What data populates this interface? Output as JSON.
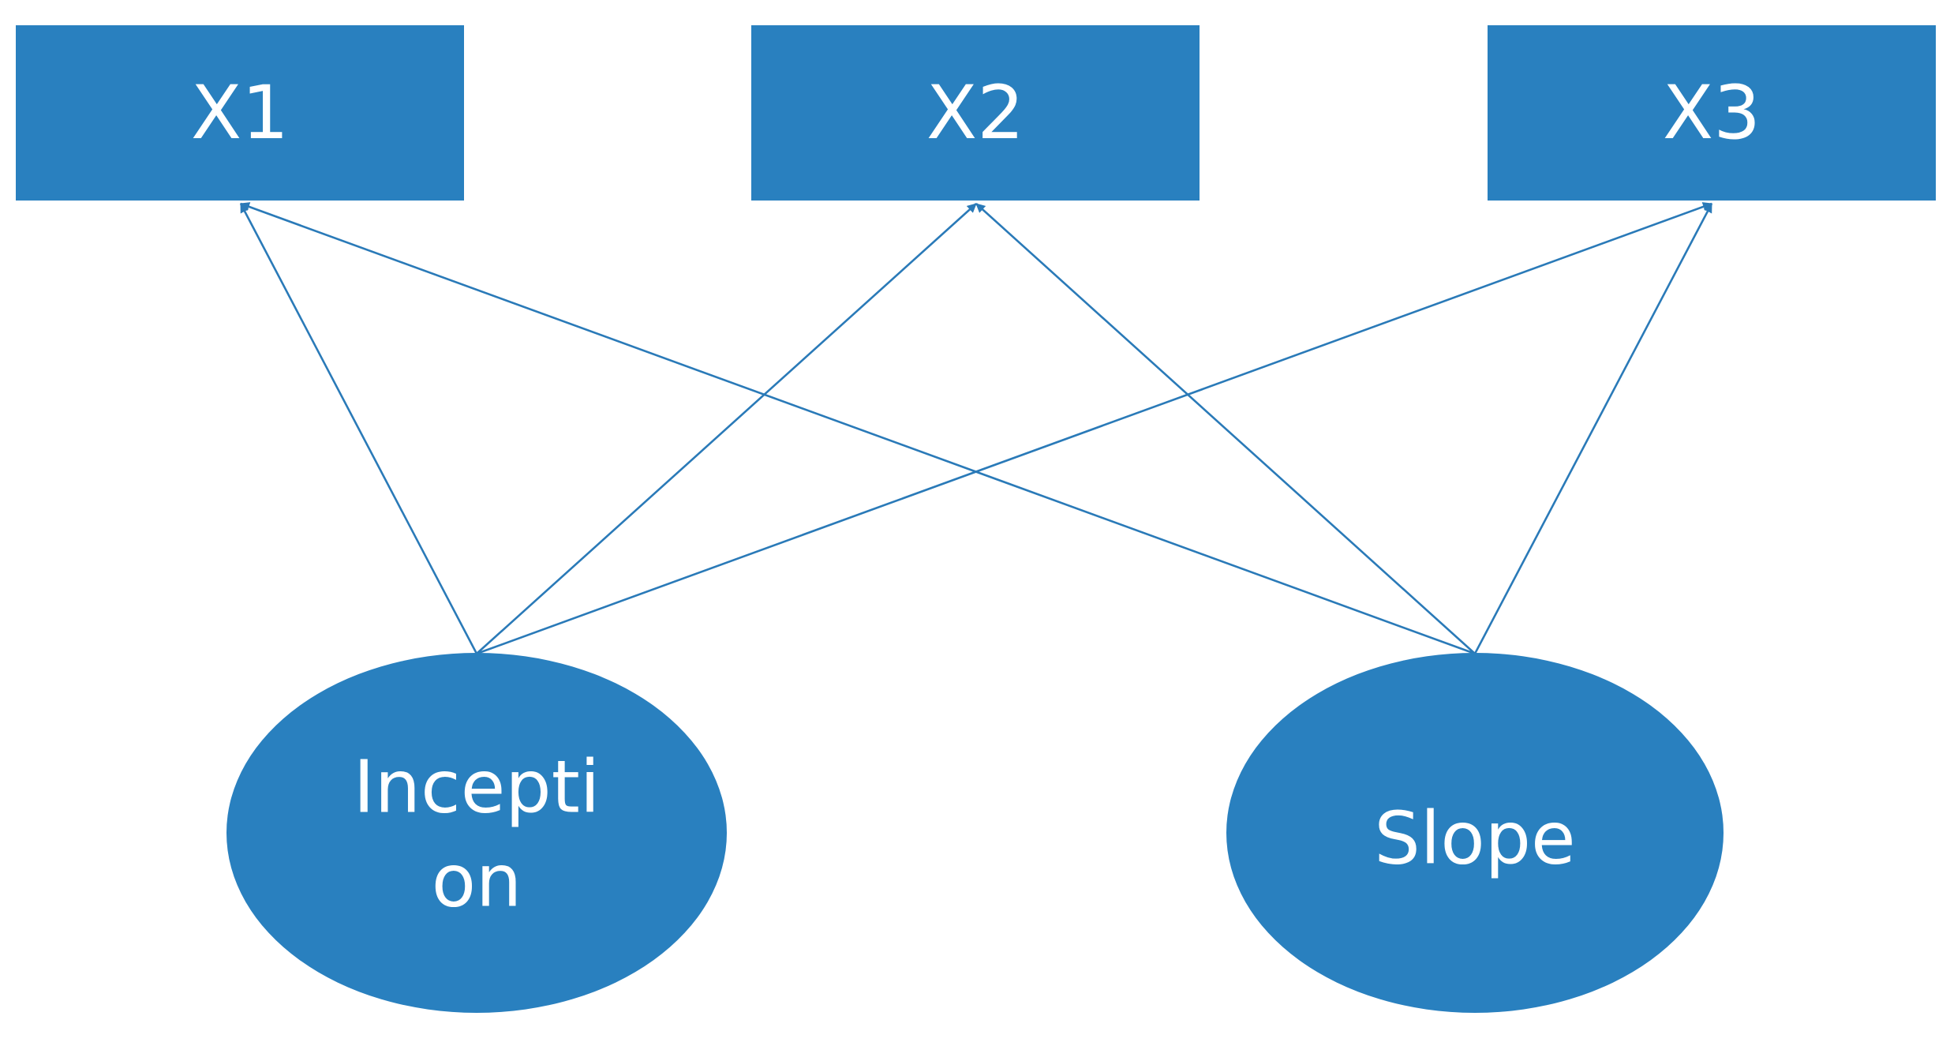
{
  "diagram": {
    "indicators": [
      {
        "id": "x1",
        "label": "X1"
      },
      {
        "id": "x2",
        "label": "X2"
      },
      {
        "id": "x3",
        "label": "X3"
      }
    ],
    "factors": [
      {
        "id": "inception",
        "label_lines": [
          "Incepti",
          "on"
        ]
      },
      {
        "id": "slope",
        "label_lines": [
          "Slope"
        ]
      }
    ],
    "edges": [
      {
        "from": "inception",
        "to": "x1"
      },
      {
        "from": "inception",
        "to": "x2"
      },
      {
        "from": "inception",
        "to": "x3"
      },
      {
        "from": "slope",
        "to": "x1"
      },
      {
        "from": "slope",
        "to": "x2"
      },
      {
        "from": "slope",
        "to": "x3"
      }
    ],
    "colors": {
      "node_fill": "#2980bf",
      "edge": "#2a7ab8",
      "label": "#ffffff"
    }
  }
}
